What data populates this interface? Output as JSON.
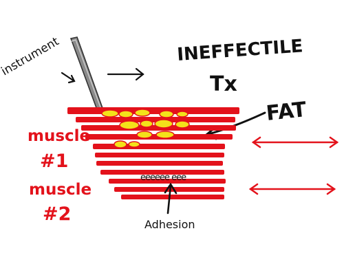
{
  "title": {
    "line1": "INEFFECTILE",
    "line2": "Tx"
  },
  "labels": {
    "instrument": "instrument",
    "fat": "FAT",
    "muscle1_word": "muscle",
    "muscle1_num": "#1",
    "muscle2_word": "muscle",
    "muscle2_num": "#2",
    "adhesion": "Adhesion",
    "adhesion_glyphs": "eeeeee eee"
  },
  "colors": {
    "muscle": "#e3121b",
    "fat": "#f4e21a",
    "ink": "#111111",
    "instrument": "#8a8a8a",
    "background": "#ffffff"
  },
  "icons": {
    "instrument": "pen-instrument-icon",
    "arrow": "arrow-icon",
    "double_arrow": "double-arrow-icon"
  }
}
